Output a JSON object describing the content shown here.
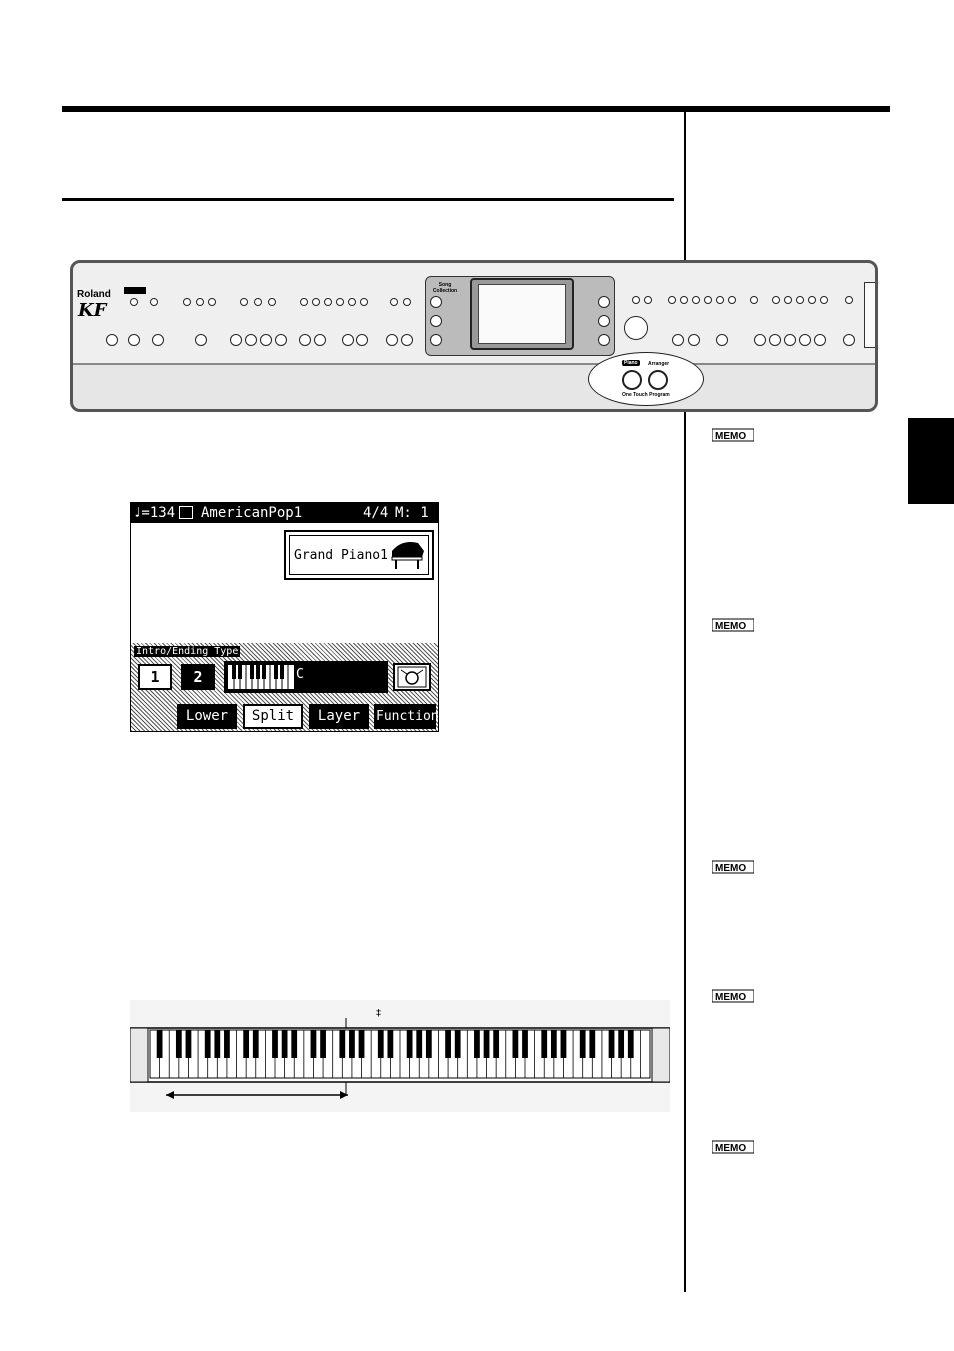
{
  "panel": {
    "brand": "Roland",
    "model": "KF",
    "song_collection": "Song Collection",
    "one_touch": {
      "piano": "Piano",
      "arranger": "Arranger",
      "label": "One Touch Program"
    }
  },
  "lcd": {
    "header_tempo": "♩=134",
    "header_style": "AmericanPop1",
    "header_beat": "4/4",
    "header_measure": "M:  1",
    "tone_button": "Grand Piano1",
    "intro_label": "Intro/Ending Type",
    "intro_btn_1": "1",
    "intro_btn_2": "2",
    "split_note": "C",
    "tabs": [
      "Lower",
      "Split",
      "Layer",
      "Functions"
    ],
    "selected_tab": "Split"
  },
  "memo_labels": [
    "MEMO",
    "MEMO",
    "MEMO",
    "MEMO",
    "MEMO"
  ]
}
